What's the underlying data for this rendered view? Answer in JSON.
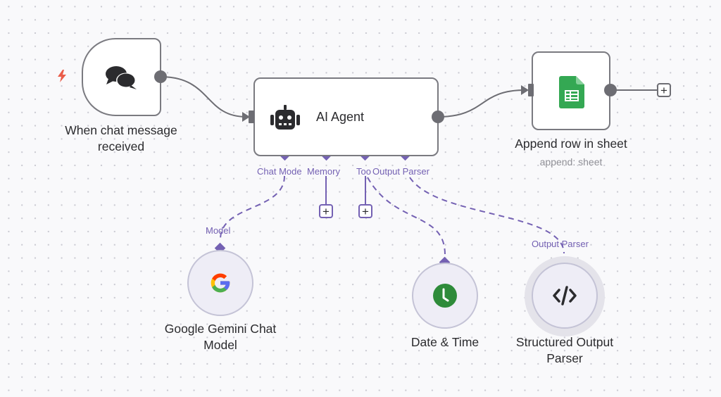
{
  "canvas": {
    "background": "#f9f9fb",
    "accent": "#7461b3",
    "edge_color": "#6d6d73"
  },
  "nodes": {
    "chat_trigger": {
      "label_line1": "When chat message",
      "label_line2": "received",
      "icon": "chat-bubbles-icon",
      "trigger_icon": "lightning-bolt-icon"
    },
    "ai_agent": {
      "label": "AI Agent",
      "icon": "robot-icon",
      "ports": [
        "Chat Model",
        "Memory",
        "Tool",
        "Output Parser"
      ],
      "port_labels_rendered": [
        "Chat Mode",
        "Memory",
        "Too",
        "Output Parser"
      ]
    },
    "sheets": {
      "label": "Append row in sheet",
      "subtitle": "append: sheet",
      "icon": "google-sheets-icon",
      "icon_color": "#34a853"
    },
    "gemini": {
      "label_line1": "Google Gemini Chat",
      "label_line2": "Model",
      "port_label": "Model",
      "icon": "google-g-icon"
    },
    "datetime": {
      "label": "Date & Time",
      "icon": "clock-icon",
      "icon_color": "#2e8b3a"
    },
    "parser": {
      "label_line1": "Structured Output",
      "label_line2": "Parser",
      "port_label": "Output Parser",
      "icon": "code-icon"
    }
  },
  "buttons": {
    "add_symbol": "+"
  }
}
